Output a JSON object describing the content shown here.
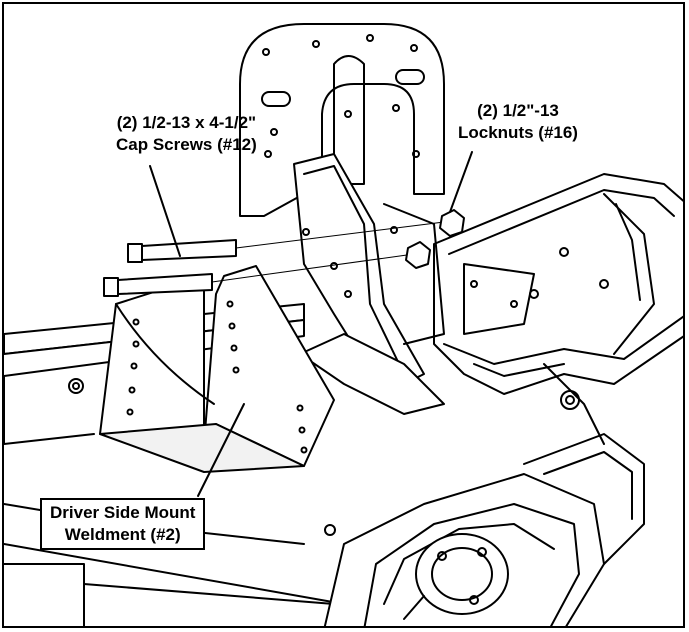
{
  "figure": {
    "description_labels": {
      "cap_screws_line1": "(2) 1/2-13 x 4-1/2\"",
      "cap_screws_line2": "Cap Screws (#12)",
      "locknuts_line1": "(2) 1/2\"-13",
      "locknuts_line2": "Locknuts (#16)",
      "weldment_line1": "Driver Side Mount",
      "weldment_line2": "Weldment (#2)"
    },
    "colors": {
      "line": "#000000",
      "fill": "#ffffff",
      "shade": "#f2f2f2"
    }
  }
}
